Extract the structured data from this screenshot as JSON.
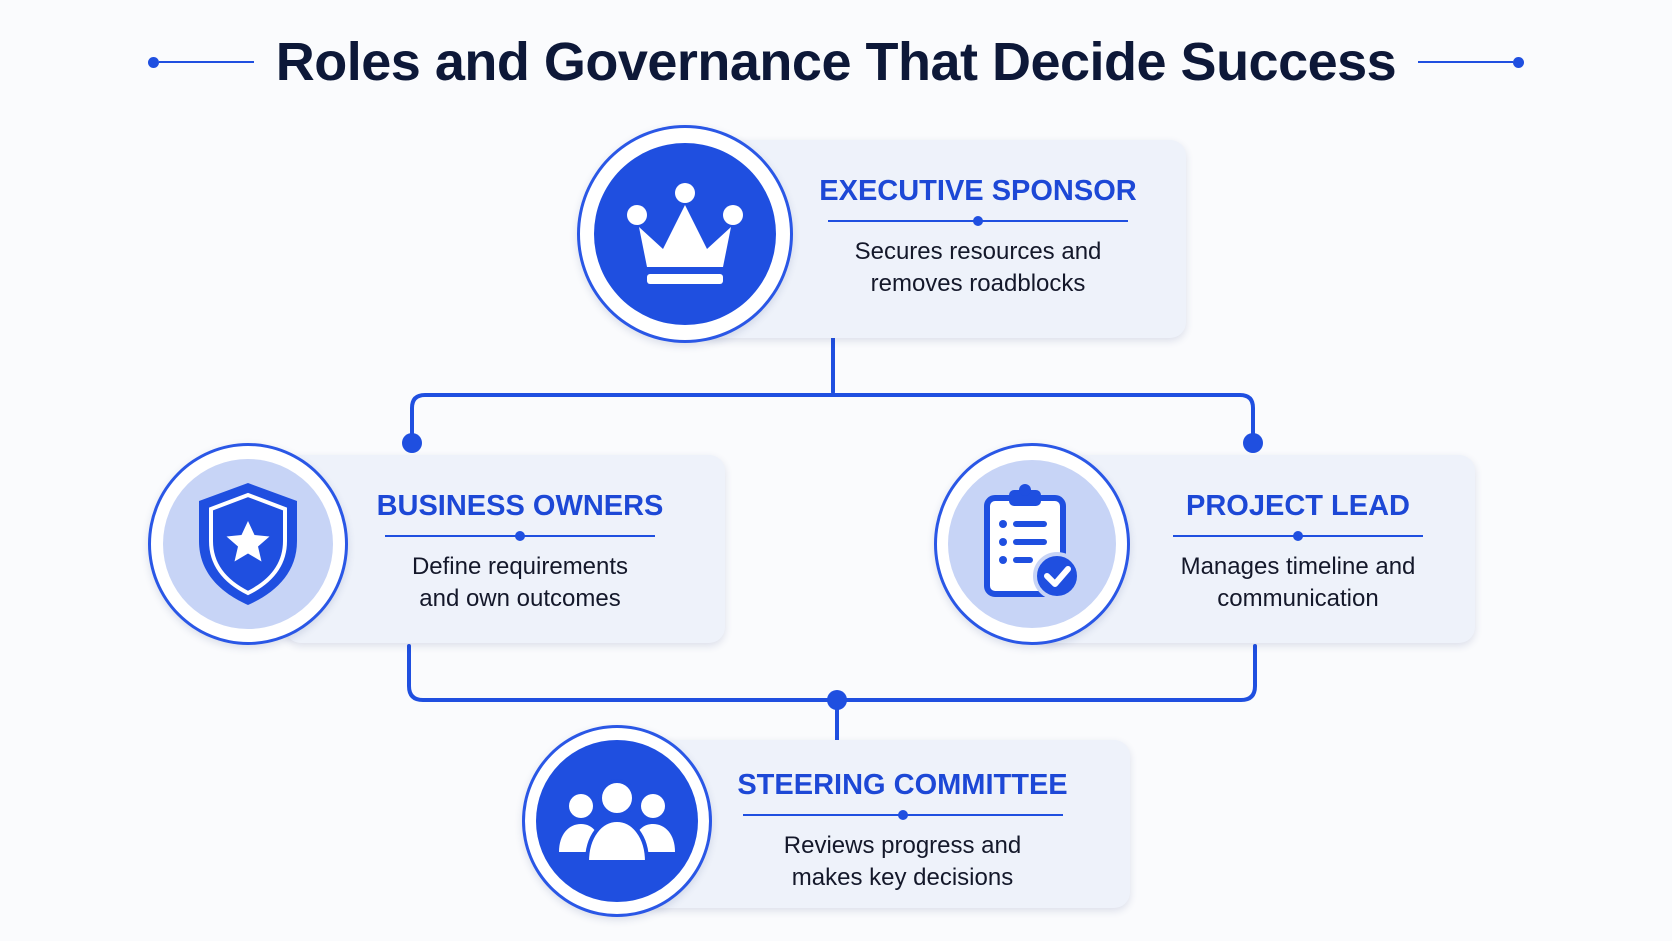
{
  "title": "Roles and Governance That Decide Success",
  "colors": {
    "accent": "#1f4fe0",
    "title_text": "#0d1838",
    "card_bg": "#eef2fa",
    "light_disc": "#c7d4f6"
  },
  "roles": {
    "executive_sponsor": {
      "title": "EXECUTIVE SPONSOR",
      "description": "Secures resources and\nremoves roadblocks",
      "icon": "crown-icon"
    },
    "business_owners": {
      "title": "BUSINESS OWNERS",
      "description": "Define requirements\nand own outcomes",
      "icon": "shield-star-icon"
    },
    "project_lead": {
      "title": "PROJECT LEAD",
      "description": "Manages timeline and\ncommunication",
      "icon": "clipboard-check-icon"
    },
    "steering_committee": {
      "title": "STEERING COMMITTEE",
      "description": "Reviews progress and\nmakes key decisions",
      "icon": "group-icon"
    }
  }
}
